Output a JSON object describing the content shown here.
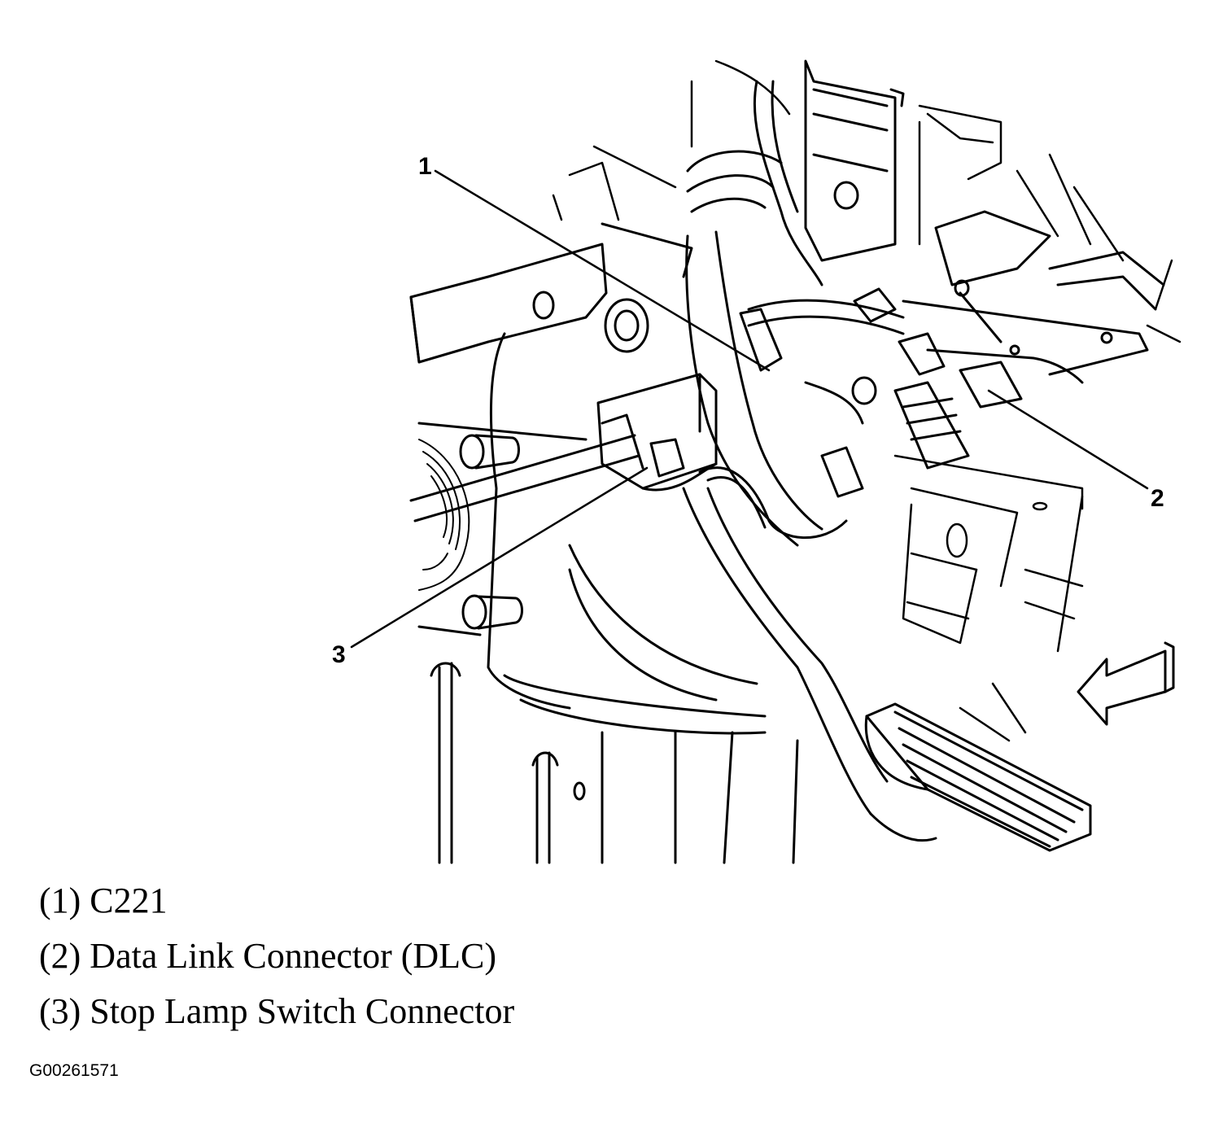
{
  "callouts": {
    "c1": "1",
    "c2": "2",
    "c3": "3"
  },
  "legend": {
    "item1": "(1) C221",
    "item2": "(2) Data Link Connector (DLC)",
    "item3": "(3) Stop Lamp Switch Connector"
  },
  "figure_id": "G00261571",
  "colors": {
    "line": "#000000",
    "background": "#ffffff"
  }
}
